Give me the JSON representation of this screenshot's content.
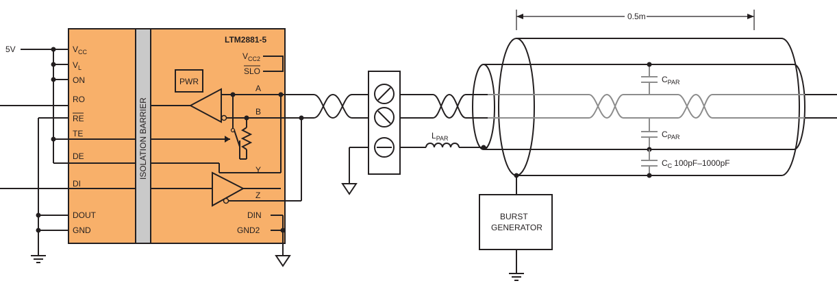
{
  "supply_label": "5V",
  "chip": {
    "name": "LTM2881-5",
    "barrier_label": "ISOLATION BARRIER",
    "pwr_label": "PWR",
    "left_pins": {
      "vcc_main": "V",
      "vcc_sub": "CC",
      "vl_main": "V",
      "vl_sub": "L",
      "on": "ON",
      "ro": "RO",
      "re": "RE",
      "te": "TE",
      "de": "DE",
      "di": "DI",
      "dout": "DOUT",
      "gnd": "GND"
    },
    "right_pins": {
      "vcc2_main": "V",
      "vcc2_sub": "CC2",
      "slo": "SLO",
      "a": "A",
      "b": "B",
      "y": "Y",
      "z": "Z",
      "din": "DIN",
      "gnd2": "GND2"
    }
  },
  "cable": {
    "length_label": "0.5m",
    "cpar1_main": "C",
    "cpar1_sub": "PAR",
    "cpar2_main": "C",
    "cpar2_sub": "PAR",
    "cc_main": "C",
    "cc_sub": "C",
    "cc_value": "100pF–1000pF"
  },
  "lpar_main": "L",
  "lpar_sub": "PAR",
  "burst": {
    "line1": "BURST",
    "line2": "GENERATOR"
  },
  "colors": {
    "chip_fill": "#f8b06a",
    "barrier_fill": "#c9c9c9",
    "wire": "#231f20",
    "cable_inner": "#8c8c8c"
  }
}
